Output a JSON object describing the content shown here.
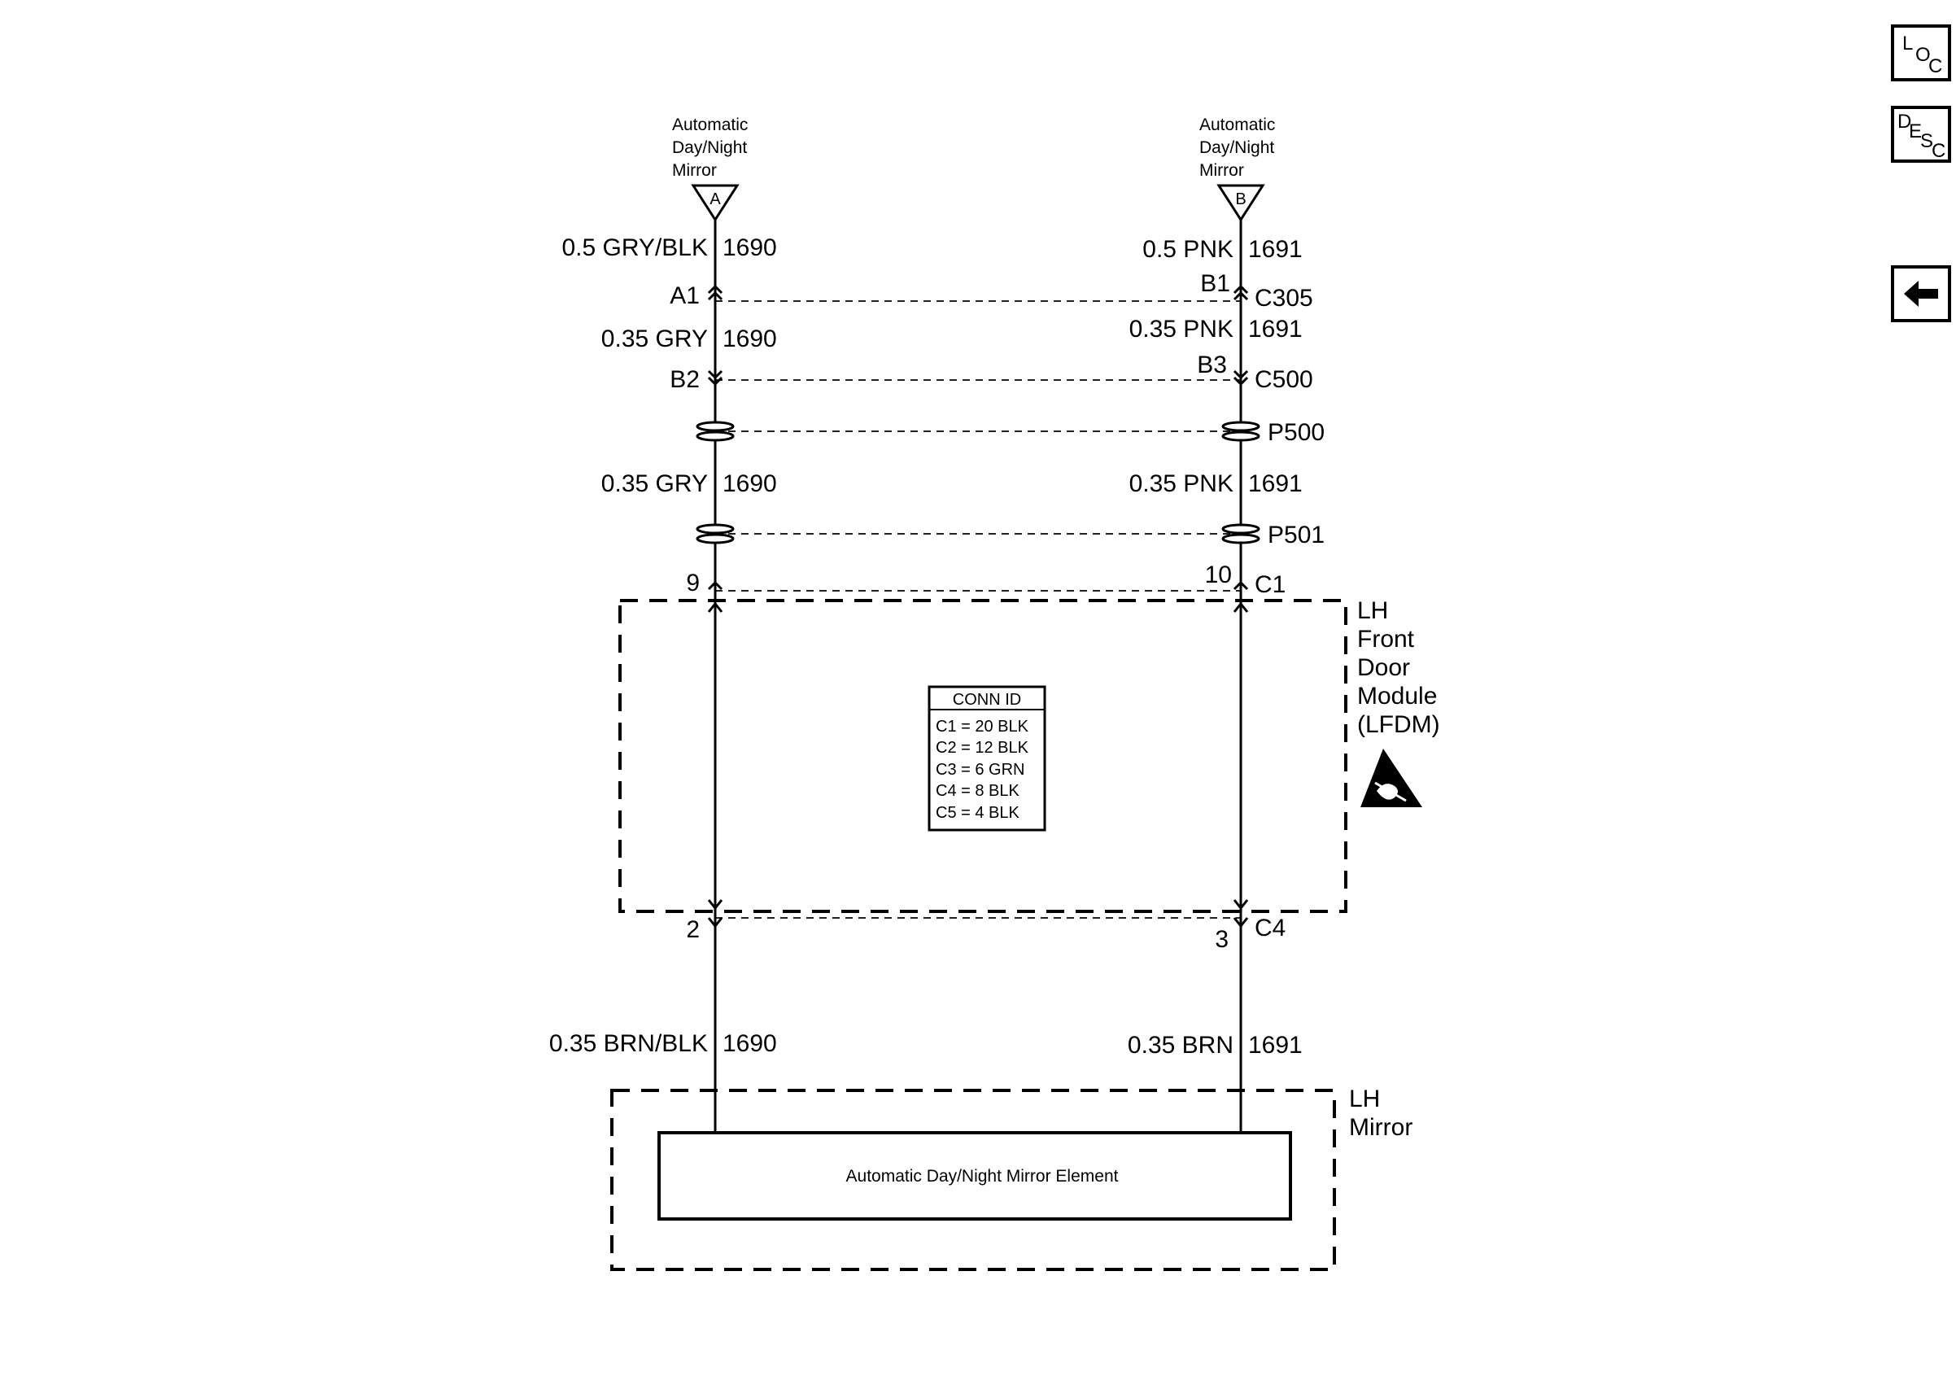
{
  "nav": {
    "loc": [
      "L",
      "O",
      "C"
    ],
    "desc": [
      "D",
      "E",
      "S",
      "C"
    ],
    "back_icon": "arrow-left-icon"
  },
  "diagram": {
    "sources": [
      {
        "label_lines": [
          "Automatic",
          "Day/Night",
          "Mirror"
        ],
        "letter": "A"
      },
      {
        "label_lines": [
          "Automatic",
          "Day/Night",
          "Mirror"
        ],
        "letter": "B"
      }
    ],
    "wires": {
      "left": {
        "seg1": {
          "spec": "0.5 GRY/BLK",
          "circuit": "1690"
        },
        "seg2": {
          "spec": "0.35 GRY",
          "circuit": "1690"
        },
        "seg3": {
          "spec": "0.35 GRY",
          "circuit": "1690"
        },
        "seg4": {
          "spec": "0.35 BRN/BLK",
          "circuit": "1690"
        }
      },
      "right": {
        "seg1": {
          "spec": "0.5 PNK",
          "circuit": "1691"
        },
        "seg2": {
          "spec": "0.35 PNK",
          "circuit": "1691"
        },
        "seg3": {
          "spec": "0.35 PNK",
          "circuit": "1691"
        },
        "seg4": {
          "spec": "0.35 BRN",
          "circuit": "1691"
        }
      }
    },
    "connectors": {
      "c305": {
        "name": "C305",
        "left_pin": "A1",
        "right_pin": "B1"
      },
      "c500": {
        "name": "C500",
        "left_pin": "B2",
        "right_pin": "B3"
      },
      "p500": {
        "name": "P500"
      },
      "p501": {
        "name": "P501"
      },
      "c1": {
        "name": "C1",
        "left_pin": "9",
        "right_pin": "10"
      },
      "c4": {
        "name": "C4",
        "left_pin": "2",
        "right_pin": "3"
      }
    },
    "lfdm": {
      "label_lines": [
        "LH",
        "Front",
        "Door",
        "Module",
        "(LFDM)"
      ],
      "esd_icon": "esd-sensitive-icon",
      "conn_id": {
        "title": "CONN ID",
        "rows": [
          "C1 = 20 BLK",
          "C2 = 12 BLK",
          "C3 = 6 GRN",
          "C4 = 8 BLK",
          "C5 = 4 BLK"
        ]
      }
    },
    "mirror": {
      "label_lines": [
        "LH",
        "Mirror"
      ],
      "element": "Automatic Day/Night Mirror Element"
    }
  }
}
